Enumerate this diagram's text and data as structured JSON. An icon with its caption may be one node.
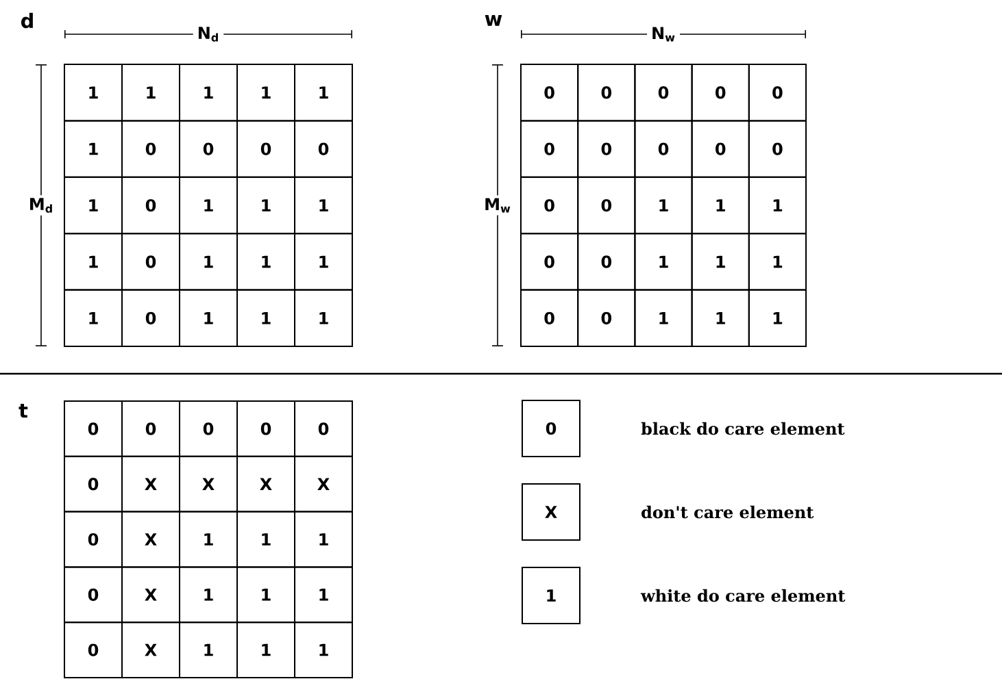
{
  "diagram": {
    "nodes": [
      {
        "text": [
          "0"
        ],
        "beside": [
          "black do care element"
        ]
      },
      {
        "text": [
          "X"
        ],
        "beside": [
          "don't care element"
        ]
      },
      {
        "text": [
          "1"
        ],
        "beside": [
          "white do care element"
        ]
      }
    ],
    "labels": [
      "d",
      "N$_{d}$",
      "M$_{d}$",
      "1",
      "1",
      "1",
      "1",
      "1",
      "1",
      "0",
      "0",
      "0",
      "0",
      "1",
      "0",
      "1",
      "1",
      "1",
      "1",
      "0",
      "1",
      "1",
      "1",
      "1",
      "0",
      "1",
      "1",
      "1",
      "w",
      "N$_{w}$",
      "M$_{w}$",
      "0",
      "0",
      "0",
      "0",
      "0",
      "0",
      "0",
      "0",
      "0",
      "0",
      "0",
      "0",
      "1",
      "1",
      "1",
      "0",
      "0",
      "1",
      "1",
      "1",
      "0",
      "0",
      "1",
      "1",
      "1",
      "t",
      "0",
      "0",
      "0",
      "0",
      "0",
      "0",
      "X",
      "X",
      "X",
      "X",
      "0",
      "X",
      "1",
      "1",
      "1",
      "0",
      "X",
      "1",
      "1",
      "1",
      "0",
      "X",
      "1",
      "1",
      "1"
    ]
  }
}
